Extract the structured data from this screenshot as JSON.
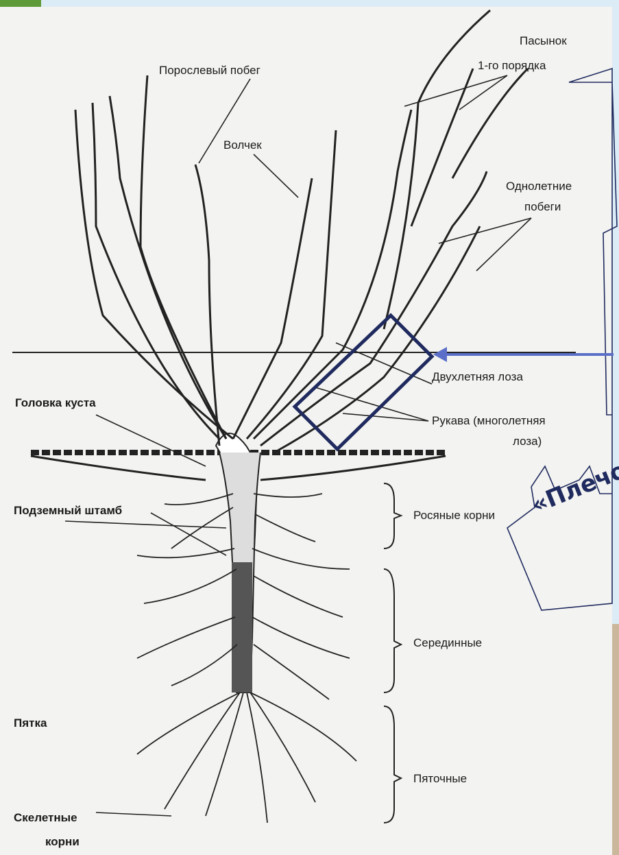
{
  "labels": {
    "pasynok_1": "Пасынок",
    "pasynok_2": "1-го порядка",
    "poroslevy": "Порослевый побег",
    "volchek": "Волчек",
    "odnoletnie_1": "Однолетние",
    "odnoletnie_2": "побеги",
    "dvuhletnyaya": "Двухлетняя лоза",
    "golovka": "Головка куста",
    "rukava_1": "Рукава (многолетняя",
    "rukava_2": "лоза)",
    "podzemny": "Подземный штамб",
    "rosyanye": "Росяные корни",
    "seredinnye": "Серединные",
    "pyatka": "Пятка",
    "pyatochnye": "Пяточные",
    "skeletnye_1": "Скелетные",
    "skeletnye_2": "корни"
  },
  "callout": {
    "text": "«Плечо»"
  },
  "colors": {
    "background": "#dcecf6",
    "paper": "#f3f3f1",
    "ink": "#1a1a1a",
    "frame": "#1f2a5e",
    "arrow": "#5b6fc8"
  }
}
